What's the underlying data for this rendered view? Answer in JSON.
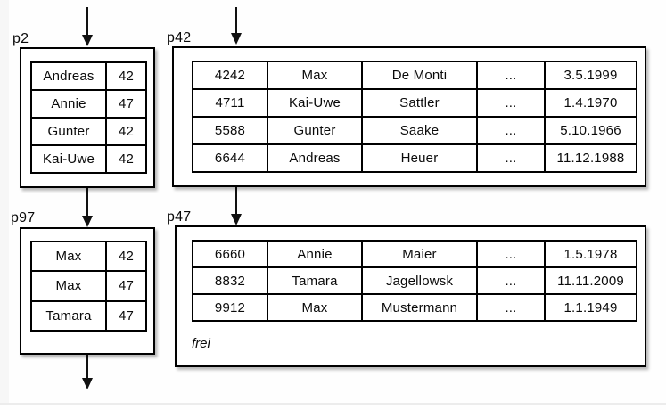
{
  "pages": {
    "p2": {
      "label": "p2",
      "rows": [
        [
          "Andreas",
          "42"
        ],
        [
          "Annie",
          "47"
        ],
        [
          "Gunter",
          "42"
        ],
        [
          "Kai-Uwe",
          "42"
        ]
      ]
    },
    "p42": {
      "label": "p42",
      "rows": [
        [
          "4242",
          "Max",
          "De Monti",
          "...",
          "3.5.1999"
        ],
        [
          "4711",
          "Kai-Uwe",
          "Sattler",
          "...",
          "1.4.1970"
        ],
        [
          "5588",
          "Gunter",
          "Saake",
          "...",
          "5.10.1966"
        ],
        [
          "6644",
          "Andreas",
          "Heuer",
          "...",
          "11.12.1988"
        ]
      ]
    },
    "p97": {
      "label": "p97",
      "rows": [
        [
          "Max",
          "42"
        ],
        [
          "Max",
          "47"
        ],
        [
          "Tamara",
          "47"
        ]
      ]
    },
    "p47": {
      "label": "p47",
      "rows": [
        [
          "6660",
          "Annie",
          "Maier",
          "...",
          "1.5.1978"
        ],
        [
          "8832",
          "Tamara",
          "Jagellowsk",
          "...",
          "11.11.2009"
        ],
        [
          "9912",
          "Max",
          "Mustermann",
          "...",
          "1.1.1949"
        ]
      ],
      "free_label": "frei"
    }
  },
  "colors": {
    "line": "#000000",
    "arrow": "#111111",
    "box_fill": "#ffffff",
    "background": "#fefefe",
    "left_strip": "#f7f7f7",
    "bottom_rule": "#ececec"
  }
}
